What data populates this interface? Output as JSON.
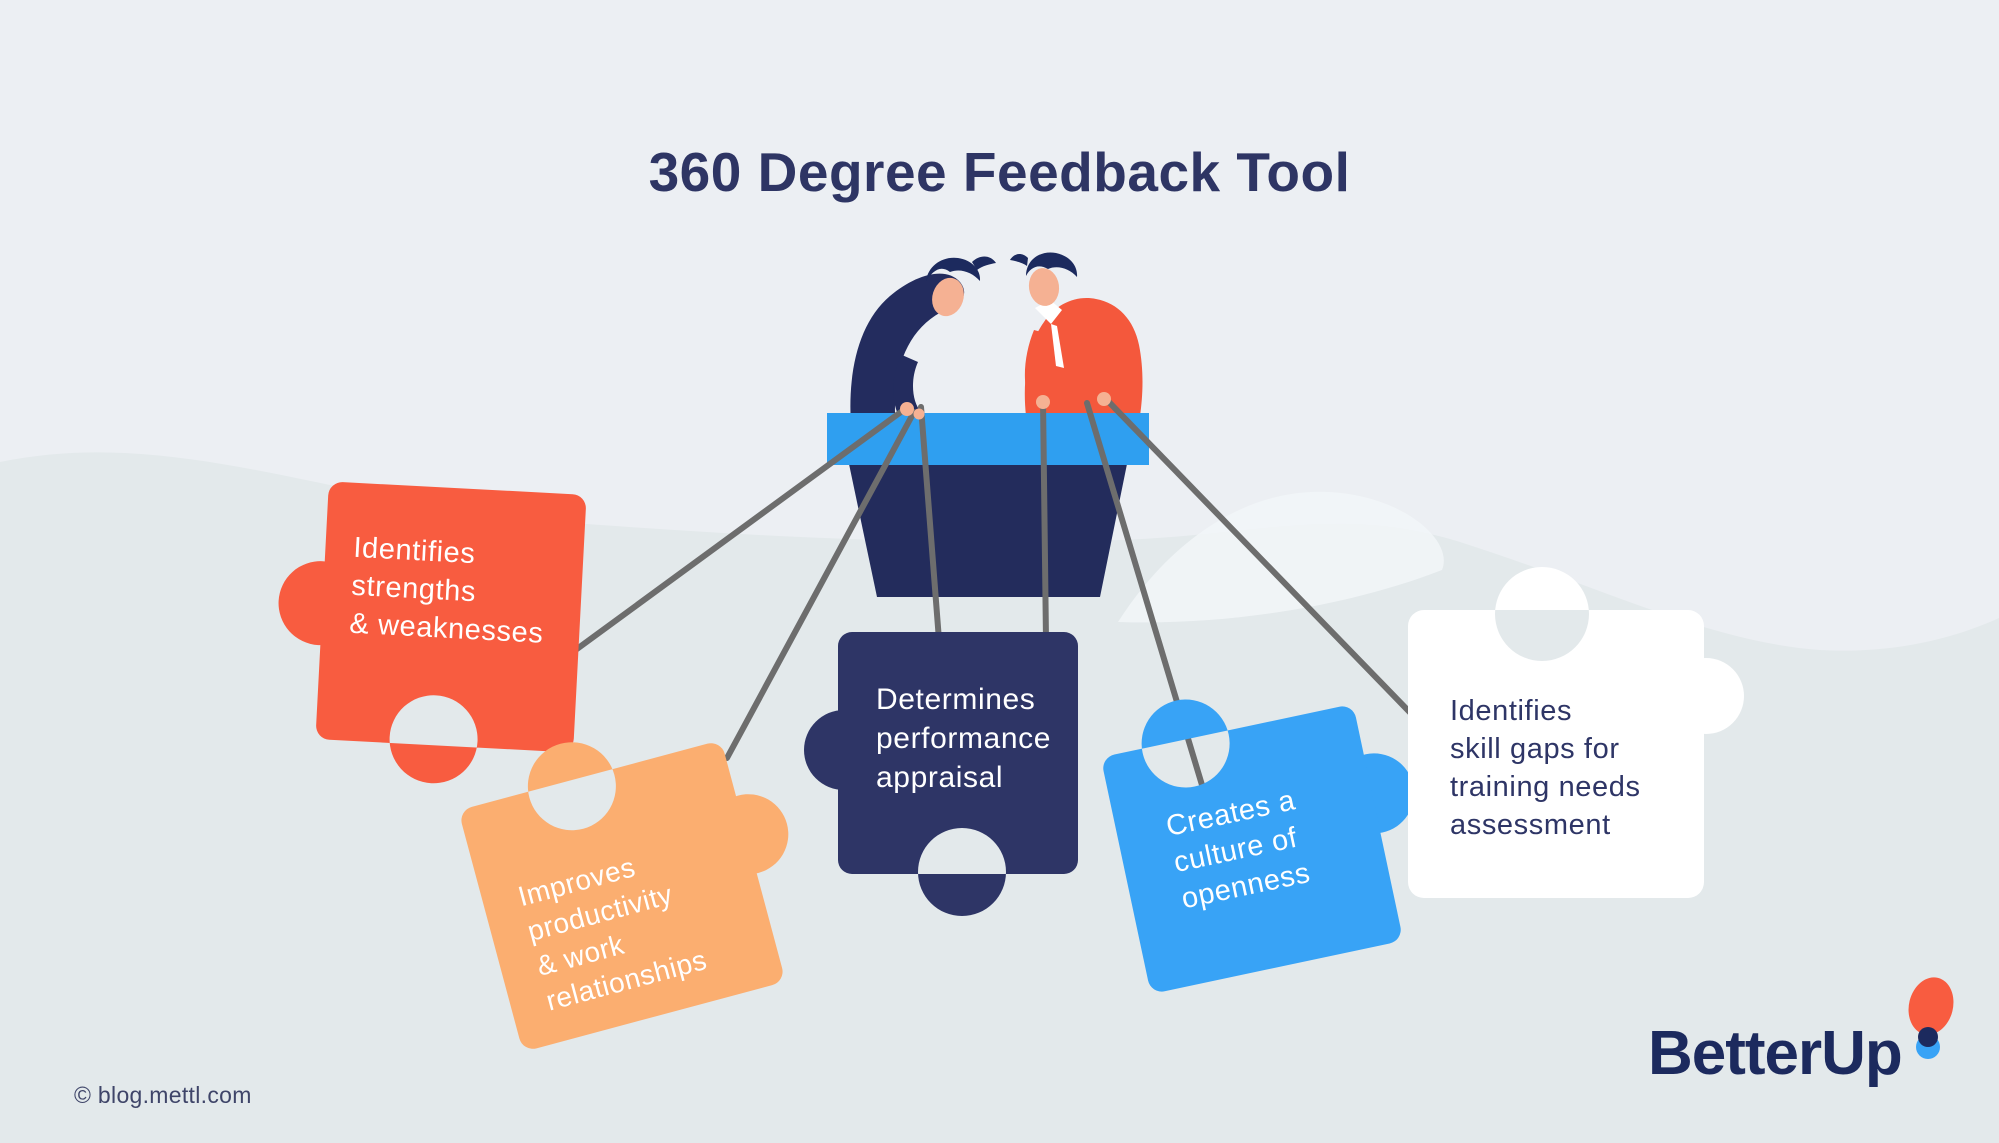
{
  "title": "360 Degree Feedback Tool",
  "credit": "© blog.mettl.com",
  "brand": {
    "name": "BetterUp"
  },
  "scene": {
    "description": "Two people lean over a desk holding puppet strings attached to five puzzle pieces",
    "string_color": "#6D6D6D",
    "desk_top_color": "#2F9FF0",
    "desk_body_color": "#232C5C",
    "suit_color": "#232C5E",
    "sweater_color": "#F4583C",
    "collar_color": "#FFFFFF",
    "skin_color": "#F5B193",
    "hair_color": "#1C2A5E",
    "background_color": "#ECEFF3",
    "wave_color": "#E3E9EB",
    "highlight_wave_color": "#F2F6F8"
  },
  "brand_colors": {
    "logo_orange": "#F85C40",
    "logo_blue": "#38A3F6",
    "logo_navy": "#1C2A5E",
    "title_navy": "#2E3564"
  },
  "pieces": [
    {
      "id": "strengths-weaknesses",
      "color": "#F85C40",
      "text_color": "#FFFFFF",
      "lines": [
        "Identifies",
        "strengths",
        "& weaknesses"
      ]
    },
    {
      "id": "productivity-relationships",
      "color": "#FBAE70",
      "text_color": "#FFFFFF",
      "lines": [
        "Improves",
        "productivity",
        "& work",
        "relationships"
      ]
    },
    {
      "id": "performance-appraisal",
      "color": "#2E3566",
      "text_color": "#FFFFFF",
      "lines": [
        "Determines",
        "performance",
        "appraisal"
      ]
    },
    {
      "id": "culture-openness",
      "color": "#38A3F6",
      "text_color": "#FFFFFF",
      "lines": [
        "Creates a",
        "culture of",
        "openness"
      ]
    },
    {
      "id": "skill-gaps-training",
      "color": "#FFFFFF",
      "text_color": "#2E3566",
      "lines": [
        "Identifies",
        "skill gaps for",
        "training needs",
        "assessment"
      ]
    }
  ]
}
